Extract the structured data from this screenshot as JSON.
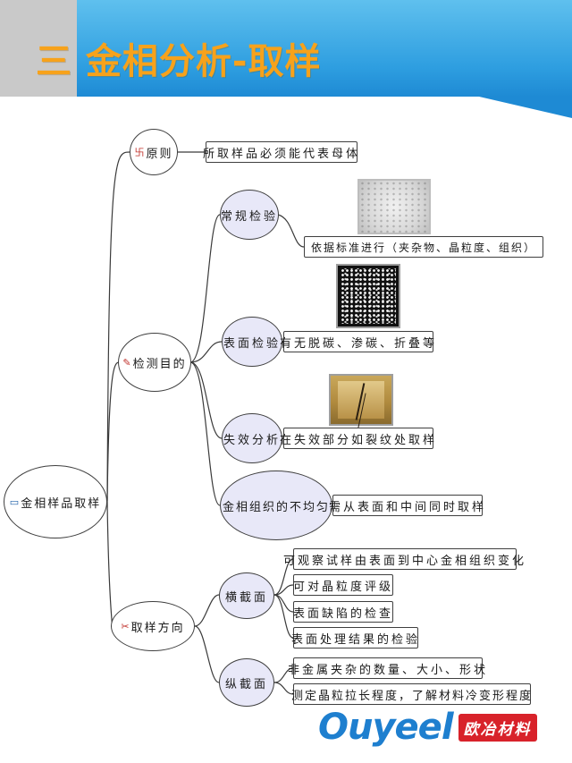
{
  "header": {
    "title": "三 金相分析-取样"
  },
  "mindmap": {
    "root": {
      "icon": "notebook-icon",
      "label": "金相样品取样"
    },
    "principle": {
      "icon": "seal-icon",
      "label": "原则",
      "detail": "所取样品必须能代表母体"
    },
    "purpose": {
      "icon": "leaf-icon",
      "label": "检测目的",
      "items": [
        {
          "label": "常规检验",
          "detail": "依据标准进行（夹杂物、晶粒度、组织）",
          "photo": "metallographic-grain-photo"
        },
        {
          "label": "表面检验",
          "detail": "有无脱碳、渗碳、折叠等",
          "photo": "surface-microstructure-photo"
        },
        {
          "label": "失效分析",
          "detail": "在失效部分如裂纹处取样",
          "photo": "crack-microstructure-photo"
        },
        {
          "label": "金相组织的不均匀",
          "detail": "需从表面和中间同时取样"
        }
      ]
    },
    "direction": {
      "icon": "scissors-icon",
      "label": "取样方向",
      "transverse": {
        "label": "横截面",
        "details": [
          "可观察试样由表面到中心金相组织变化",
          "可对晶粒度评级",
          "表面缺陷的检查",
          "表面处理结果的检验"
        ]
      },
      "longitudinal": {
        "label": "纵截面",
        "details": [
          "非金属夹杂的数量、大小、形状",
          "测定晶粒拉长程度，了解材料冷变形程度"
        ]
      }
    }
  },
  "logo": {
    "brand": "Ouyeel",
    "cn": "欧冶材料"
  },
  "colors": {
    "header_blue": "#2e9ee0",
    "title_orange": "#f7a21b",
    "node_lavender": "#e8e8f8",
    "logo_blue": "#1e7fcf",
    "logo_red": "#d8222a"
  }
}
